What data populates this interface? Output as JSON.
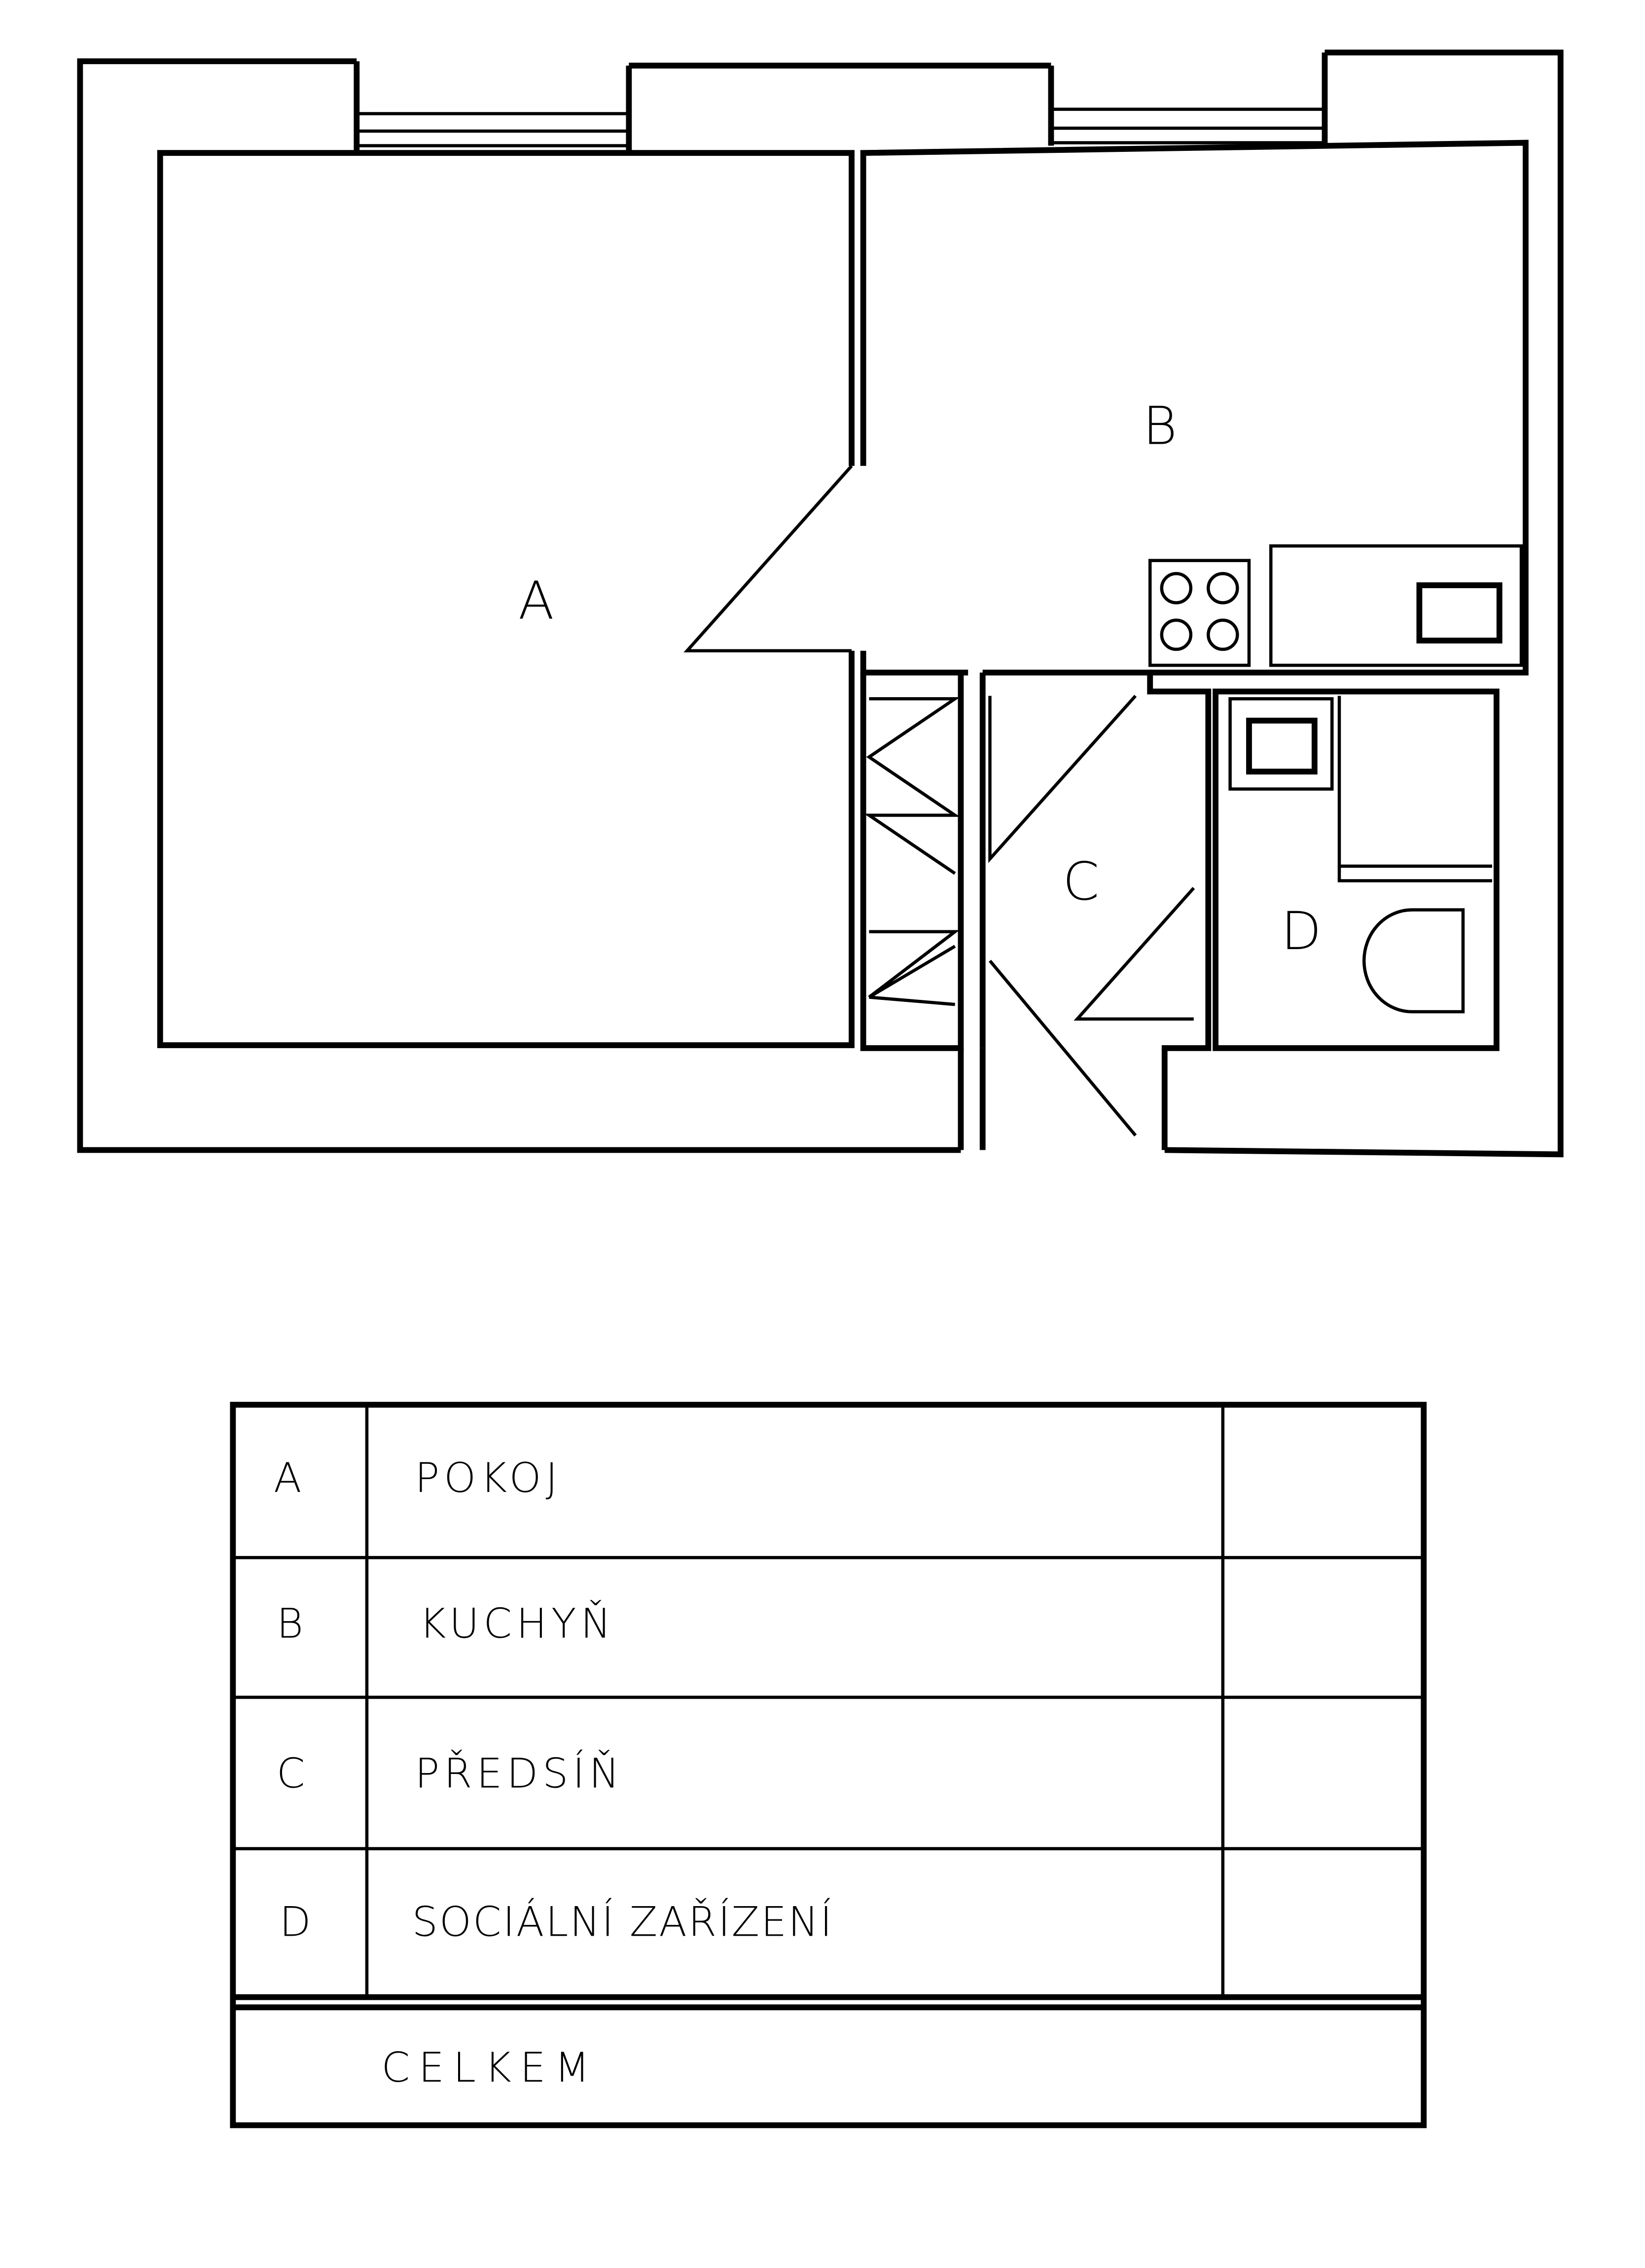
{
  "plan": {
    "rooms": [
      {
        "code": "A"
      },
      {
        "code": "B"
      },
      {
        "code": "C"
      },
      {
        "code": "D"
      }
    ]
  },
  "legend_table": {
    "rows": [
      {
        "code": "A",
        "name": "POKOJ",
        "area": ""
      },
      {
        "code": "B",
        "name": "KUCHYŇ",
        "area": ""
      },
      {
        "code": "C",
        "name": "PŘEDSÍŇ",
        "area": ""
      },
      {
        "code": "D",
        "name": "SOCIÁLNÍ ZAŘÍZENÍ",
        "area": ""
      }
    ],
    "total_label": "CELKEM",
    "total_value": ""
  }
}
